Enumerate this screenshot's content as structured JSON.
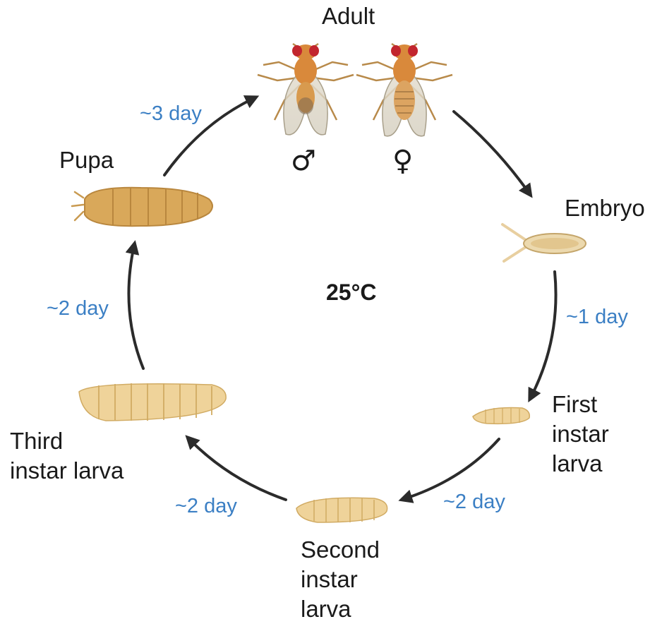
{
  "center_label": "25°C",
  "stages": {
    "adult": "Adult",
    "male_symbol": "♂",
    "female_symbol": "♀",
    "embryo": "Embryo",
    "first_instar": [
      "First",
      "instar",
      "larva"
    ],
    "second_instar": [
      "Second",
      "instar",
      "larva"
    ],
    "third_instar": [
      "Third",
      "instar larva"
    ],
    "pupa": "Pupa"
  },
  "durations": {
    "adult_to_embryo": "",
    "embryo_to_first": "~1 day",
    "first_to_second": "~2 day",
    "second_to_third": "~2 day",
    "third_to_pupa": "~2 day",
    "pupa_to_adult": "~3 day"
  },
  "colors": {
    "arrow": "#2b2b2b",
    "duration_text": "#3b7fc4",
    "larva_body": "#efd39a",
    "pupa_body": "#d9a85a",
    "fly_body": "#d9893b",
    "fly_eye": "#c2262e"
  }
}
